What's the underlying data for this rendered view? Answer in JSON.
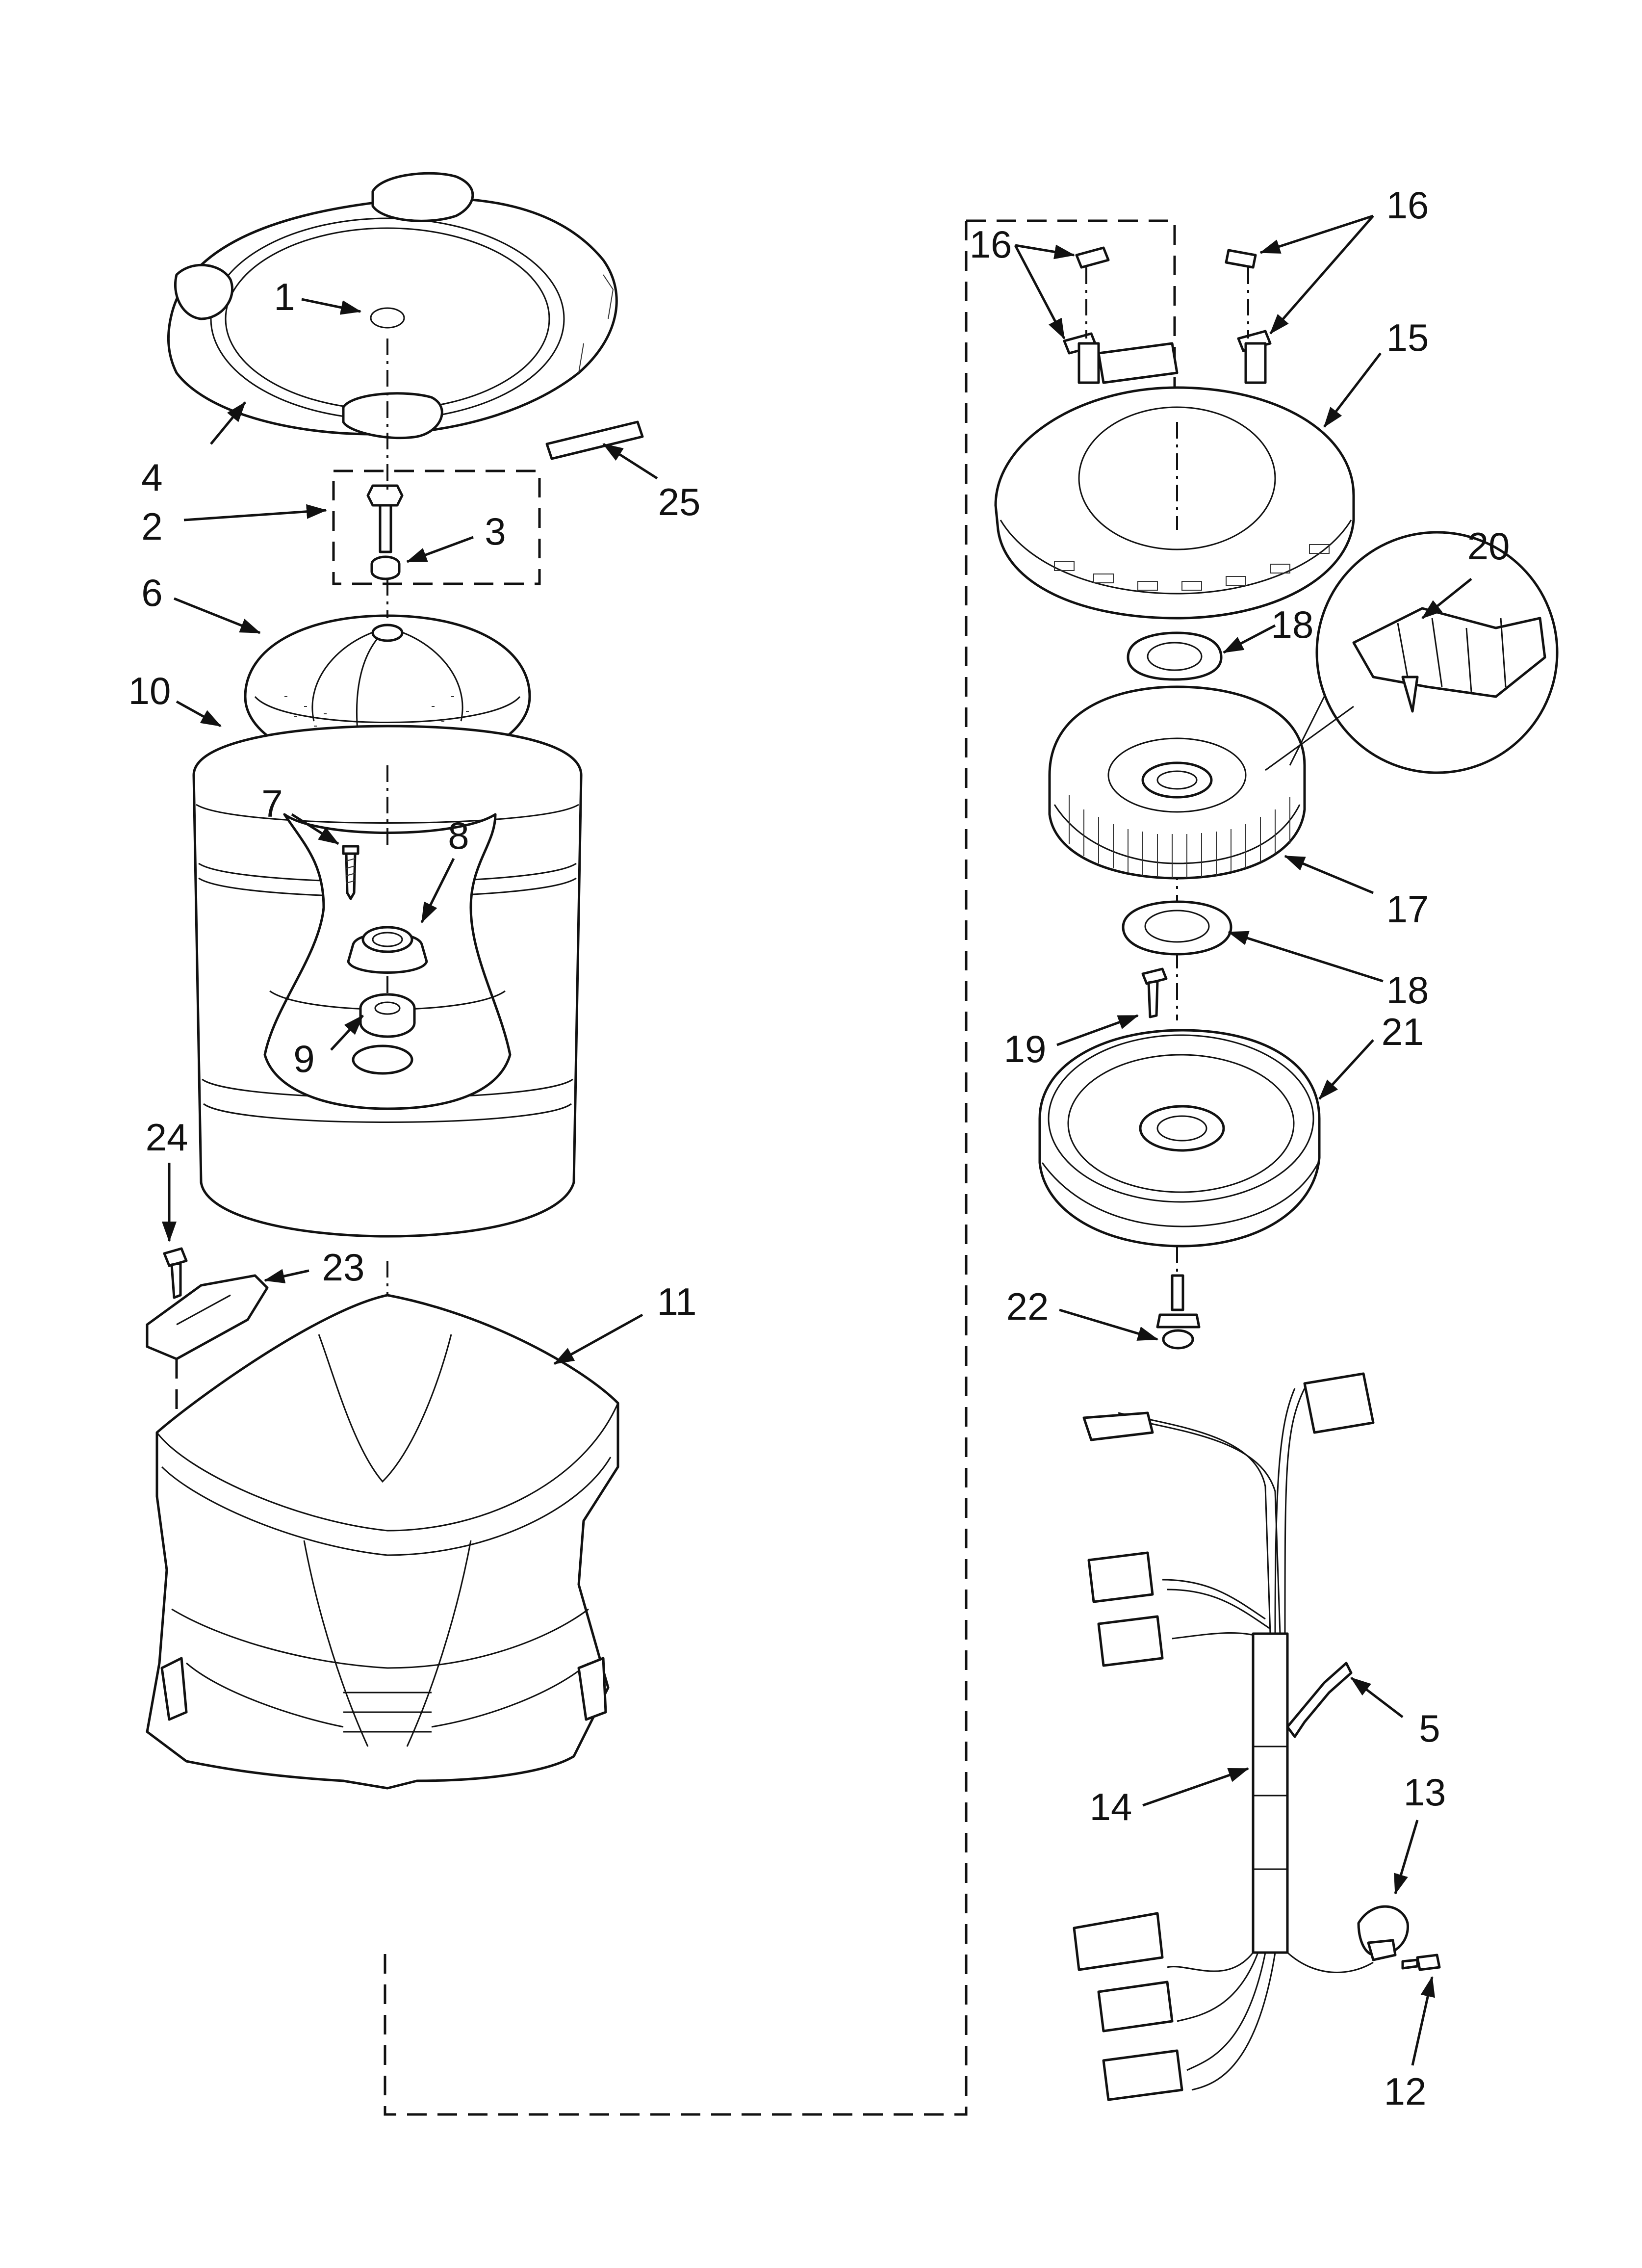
{
  "callouts": {
    "c1": "1",
    "c2": "2",
    "c3": "3",
    "c4": "4",
    "c5": "5",
    "c6": "6",
    "c7": "7",
    "c8": "8",
    "c9": "9",
    "c10": "10",
    "c11": "11",
    "c12": "12",
    "c13": "13",
    "c14": "14",
    "c15": "15",
    "c16a": "16",
    "c16b": "16",
    "c17": "17",
    "c18a": "18",
    "c18b": "18",
    "c19": "19",
    "c20": "20",
    "c21": "21",
    "c22": "22",
    "c23": "23",
    "c24": "24",
    "c25": "25"
  }
}
